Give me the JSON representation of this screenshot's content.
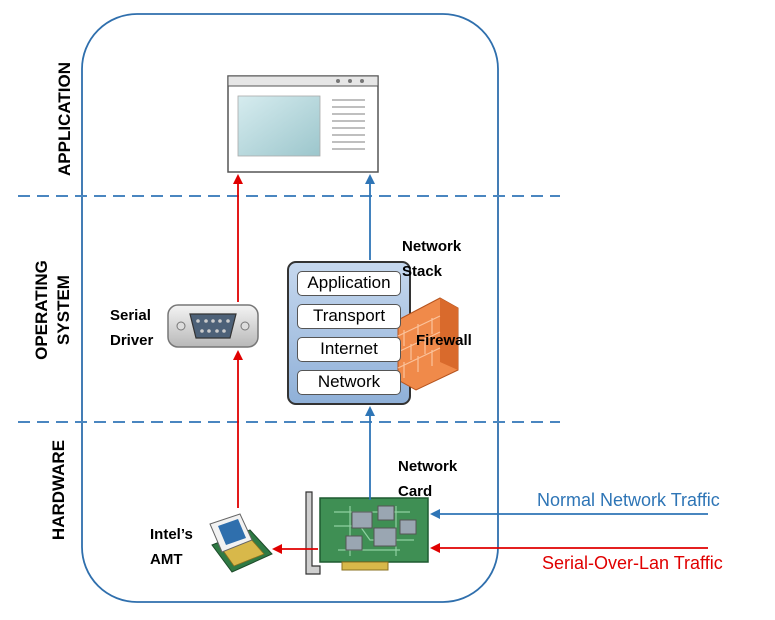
{
  "sections": {
    "application": "APPLICATION",
    "operating_system": [
      "OPERATING",
      "SYSTEM"
    ],
    "hardware": "HARDWARE"
  },
  "labels": {
    "serial_driver": [
      "Serial",
      "Driver"
    ],
    "network_stack": [
      "Network",
      "Stack"
    ],
    "firewall": "Firewall",
    "network_card": [
      "Network",
      "Card"
    ],
    "intel_amt": [
      "Intel’s",
      "AMT"
    ]
  },
  "stack_layers": [
    "Application",
    "Transport",
    "Internet",
    "Network"
  ],
  "traffic": {
    "normal": "Normal Network Traffic",
    "serial": "Serial-Over-Lan Traffic"
  },
  "colors": {
    "normal_traffic": "#2e75b6",
    "serial_traffic": "#e00000",
    "section_divider": "#4a86c0",
    "firewall": "#f0884a"
  },
  "icons": [
    "app-window-icon",
    "serial-port-icon",
    "firewall-icon",
    "network-card-icon",
    "cpu-chip-icon"
  ]
}
